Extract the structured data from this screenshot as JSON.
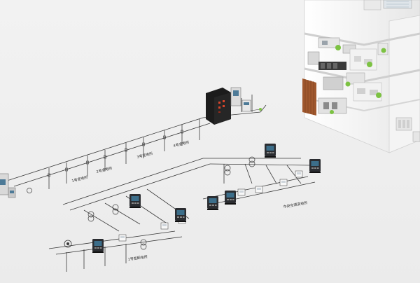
{
  "labels": {
    "transformer_1": "1号变电所",
    "transformer_2": "2号变电所",
    "transformer_3": "3号变电所",
    "transformer_4": "4号变电所",
    "substation_1": "1号变配电所",
    "substation_2": "中央空调变电所"
  },
  "colors": {
    "background": "#efefef",
    "line": "#3a3a3a",
    "cabinet": "#1c1c1c",
    "cabinet_accent": "#d8442a",
    "meter_body": "#2b2d31",
    "meter_screen": "#3c6e8a",
    "building_wall": "#fafafa",
    "building_wood": "#a0582e",
    "plant": "#7cc242"
  }
}
